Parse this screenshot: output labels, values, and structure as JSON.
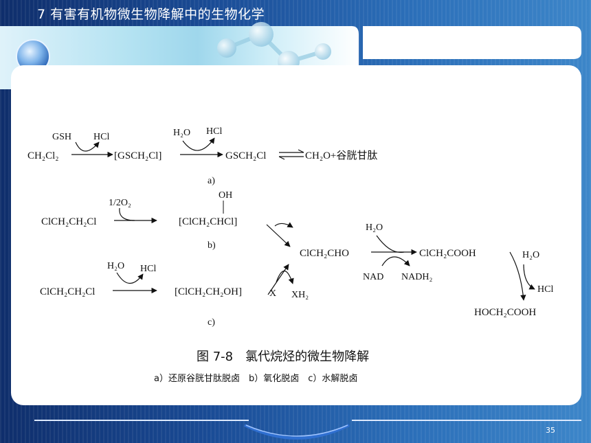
{
  "slide": {
    "title": "7 有害有机物微生物降解中的生物化学",
    "page_number": "35"
  },
  "reactions": {
    "a": {
      "label": "a)",
      "reactant": "CH₂Cl₂",
      "above_arrow1_left": "GSH",
      "above_arrow1_right": "HCl",
      "intermediate": "[GSCH₂Cl]",
      "above_arrow2_left": "H₂O",
      "above_arrow2_right": "HCl",
      "product1": "GSCH₂Cl",
      "product2": "CH₂O+谷胱甘肽"
    },
    "b": {
      "label": "b)",
      "reactant": "ClCH₂CH₂Cl",
      "above_arrow": "1/2O₂",
      "intermediate_top": "OH",
      "intermediate": "[ClCH₂CHCl]"
    },
    "c": {
      "label": "c)",
      "reactant": "ClCH₂CH₂Cl",
      "above_arrow_left": "H₂O",
      "above_arrow_right": "HCl",
      "intermediate": "[ClCH₂CH₂OH]",
      "cofactor_in": "X",
      "cofactor_out": "XH₂"
    },
    "shared": {
      "aldehyde": "ClCH₂CHO",
      "water1": "H₂O",
      "nad": "NAD",
      "nadh": "NADH₂",
      "acid": "ClCH₂COOH",
      "water2": "H₂O",
      "hcl": "HCl",
      "final": "HOCH₂COOH"
    }
  },
  "caption": {
    "figure_title": "图 7-8　氯代烷烃的微生物降解",
    "subtitle": "a）还原谷胱甘肽脱卤　b）氧化脱卤　c）水解脱卤"
  },
  "colors": {
    "background_dark": "#0f2e6b",
    "background_light": "#3d86c9",
    "banner_white": "#ffffff",
    "ink": "#111111"
  }
}
